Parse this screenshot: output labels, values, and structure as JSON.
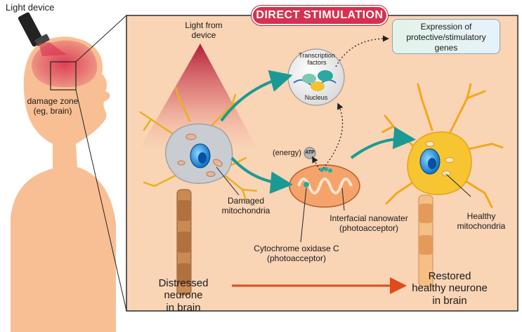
{
  "title": "DIRECT STIMULATION",
  "light_device": "Light device",
  "damage_zone": "damage zone\n(eg, brain)",
  "light_from_device": "Light from\ndevice",
  "transcription_factors": "Transcription\nfactors",
  "nucleus": "Nucleus",
  "gene_expression": "Expression of\nprotective/stimulatory\ngenes",
  "energy": "(energy)",
  "atp": "ATP",
  "damaged_mitochondria": "Damaged\nmitochondria",
  "interfacial_nanowater": "Interfacial nanowater\n(photoacceptor)",
  "cytochrome": "Cytochrome oxidase C\n(photoacceptor)",
  "healthy_mitochondria": "Healthy\nmitochondria",
  "distressed": "Distressed neurone\nin brain",
  "restored": "Restored\nhealthy neurone\nin brain",
  "colors": {
    "panel": "#f9d4b5",
    "panel_border": "#2a2a2a",
    "skin": "#f8bf95",
    "title_pill": "#d8314f",
    "teal_arrow": "#1a9a94",
    "red_arrow": "#e04a1c",
    "healthy_neuron": "#f7c531",
    "distressed_neuron": "#c9ccd0",
    "mitochondria": "#e9b49a"
  }
}
